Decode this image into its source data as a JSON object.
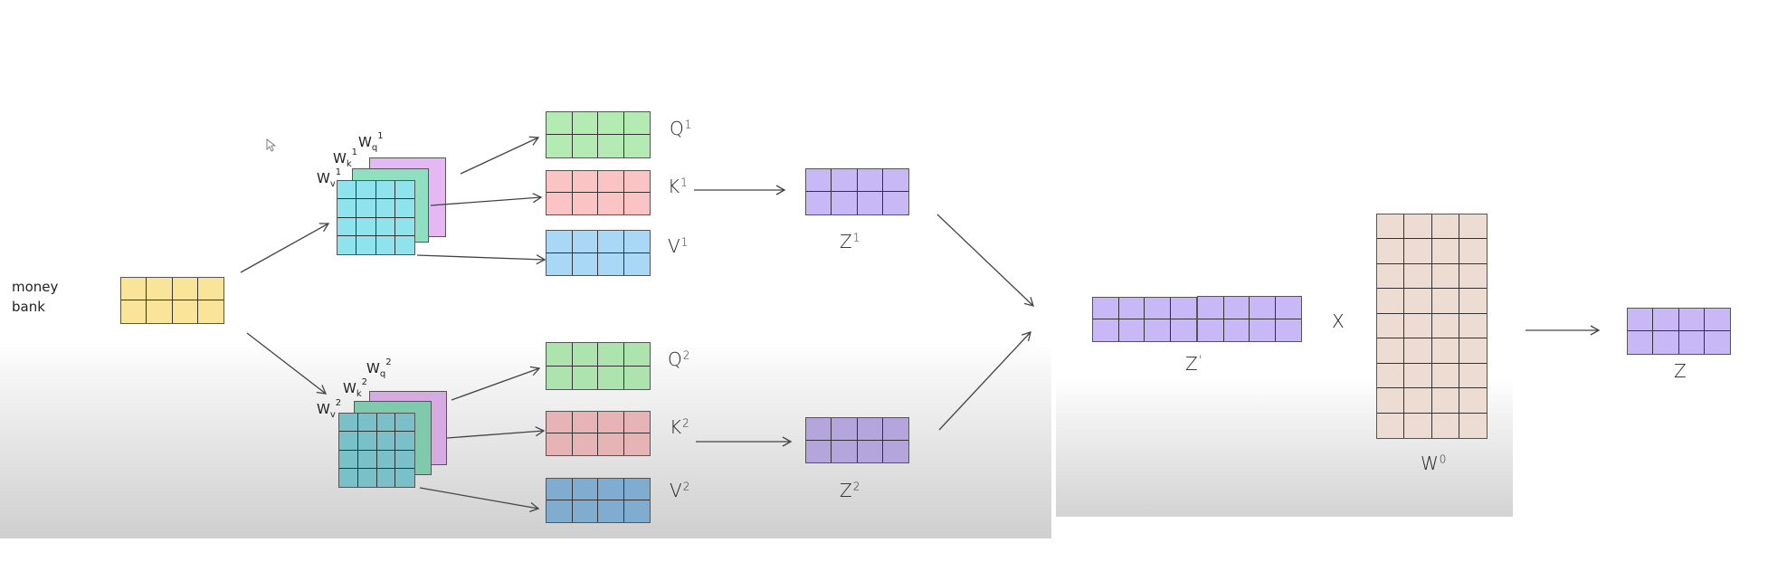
{
  "input": {
    "words": [
      "money",
      "bank"
    ]
  },
  "heads": [
    {
      "w_labels": [
        {
          "base": "W",
          "sub": "v",
          "sup": "1"
        },
        {
          "base": "W",
          "sub": "k",
          "sup": "1"
        },
        {
          "base": "W",
          "sub": "q",
          "sup": "1"
        }
      ],
      "q": {
        "base": "Q",
        "sup": "1"
      },
      "k": {
        "base": "K",
        "sup": "1"
      },
      "v": {
        "base": "V",
        "sup": "1"
      },
      "z": {
        "base": "Z",
        "sup": "1"
      }
    },
    {
      "w_labels": [
        {
          "base": "W",
          "sub": "v",
          "sup": "2"
        },
        {
          "base": "W",
          "sub": "k",
          "sup": "2"
        },
        {
          "base": "W",
          "sub": "q",
          "sup": "2"
        }
      ],
      "q": {
        "base": "Q",
        "sup": "2"
      },
      "k": {
        "base": "K",
        "sup": "2"
      },
      "v": {
        "base": "V",
        "sup": "2"
      },
      "z": {
        "base": "Z",
        "sup": "2"
      }
    }
  ],
  "concat": {
    "base": "Z",
    "sup": "'"
  },
  "multiply_symbol": "X",
  "w_out": {
    "base": "W",
    "sup": "0"
  },
  "output": {
    "base": "Z"
  },
  "colors": {
    "input": "#f9e49a",
    "q": "#b3ebb3",
    "k": "#fbc4c4",
    "v": "#a9d8f7",
    "wq": "#e6b8f3",
    "wk": "#8ee0c0",
    "wv": "#8fe3ec",
    "z": "#c9b8f6",
    "w_out": "#ecdcd2"
  }
}
